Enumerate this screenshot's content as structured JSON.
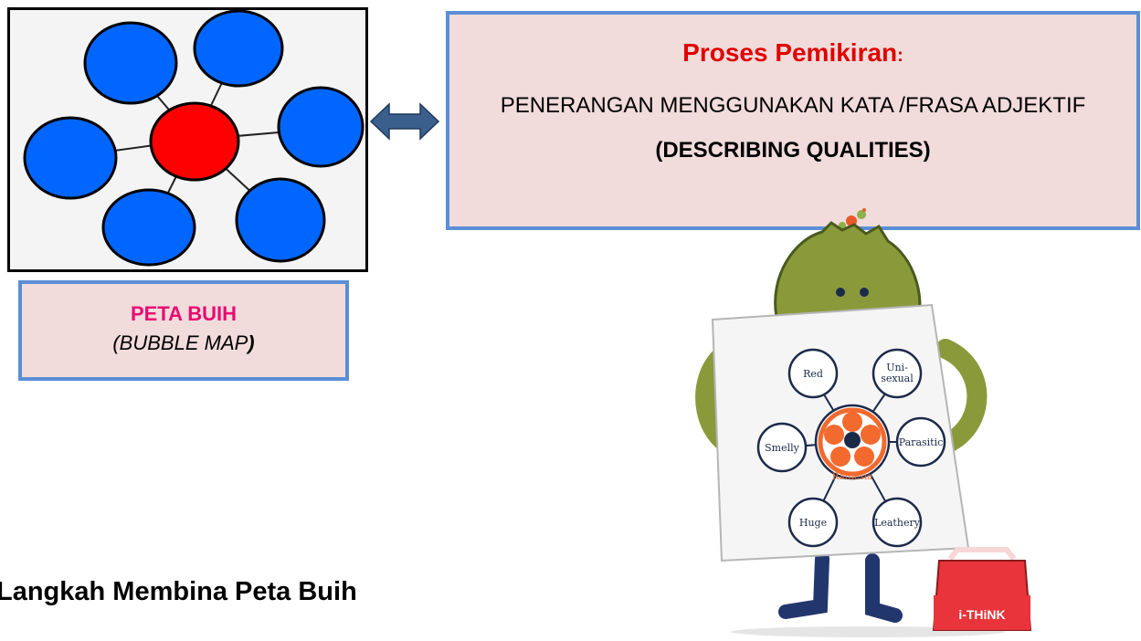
{
  "bubble_map": {
    "colors": {
      "center": "#ff0000",
      "bubble": "#0066ff",
      "outline": "#000000"
    }
  },
  "caption": {
    "title": "PETA BUIH",
    "subtitle_open": "(BUBBLE MAP",
    "subtitle_close": ")"
  },
  "process": {
    "title": "Proses Pemikiran",
    "title_colon": ":",
    "description": "PENERANGAN MENGGUNAKAN KATA /FRASA ADJEKTIF",
    "qualities": "(DESCRIBING QUALITIES)"
  },
  "illustration": {
    "center_label": "Rafflesia",
    "bubbles": [
      "Red",
      "Uni-",
      "sexual",
      "Parasitic",
      "Leathery",
      "Huge",
      "Smelly"
    ],
    "toolbox_label": "i-THiNK"
  },
  "steps_heading": "Langkah Membina Peta Buih",
  "colors": {
    "accent_pink": "#ea0a72",
    "accent_red": "#e00000",
    "box_fill": "#f1dcdb",
    "box_border": "#5b8ed6",
    "arrow": "#3b5f8c"
  }
}
